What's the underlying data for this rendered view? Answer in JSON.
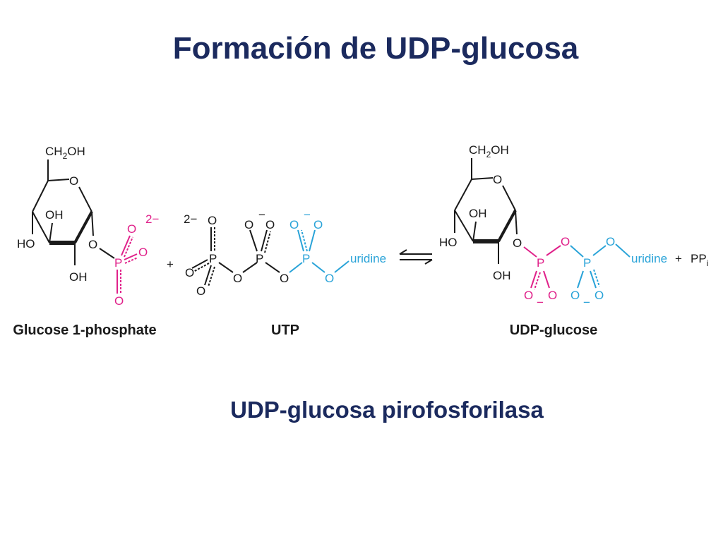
{
  "title": "Formación de UDP-glucosa",
  "enzyme": "UDP-glucosa pirofosforilasa",
  "labels": {
    "glucose1p": "Glucose 1-phosphate",
    "utp": "UTP",
    "udpglucose": "UDP-glucose"
  },
  "atoms": {
    "ch2oh_base": "CH",
    "ch2oh_sub": "2",
    "ch2oh_tail": "OH",
    "ring_o": "O",
    "oh": "OH",
    "ho": "HO",
    "o": "O",
    "p": "P",
    "charge_2minus": "2−",
    "minus": "−",
    "uridine": "uridine",
    "plus": "+",
    "pp_base": "PP",
    "pp_sub": "i"
  },
  "colors": {
    "title": "#1b2a5e",
    "phosphate_glucose": "#e0218a",
    "phosphate_uridine": "#29a3d8",
    "bond": "#1a1a1a"
  }
}
